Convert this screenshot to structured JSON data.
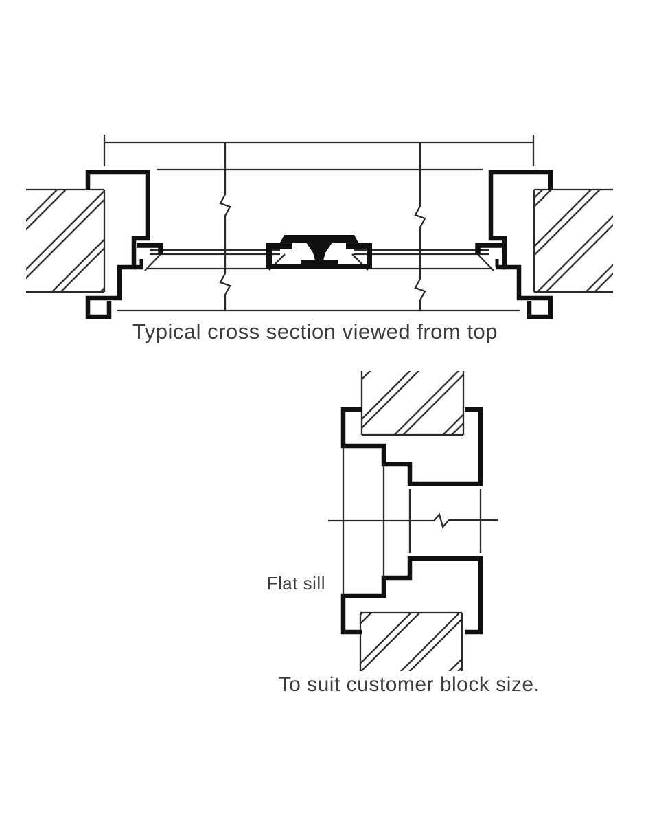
{
  "page": {
    "background": "#ffffff",
    "line_color": "#1a1a1a",
    "text_color": "#3c3c3c"
  },
  "figures": {
    "cross_section": {
      "caption": "Typical cross section viewed from top"
    },
    "sill_section": {
      "label": "Flat sill",
      "caption": "To suit customer block size."
    }
  }
}
